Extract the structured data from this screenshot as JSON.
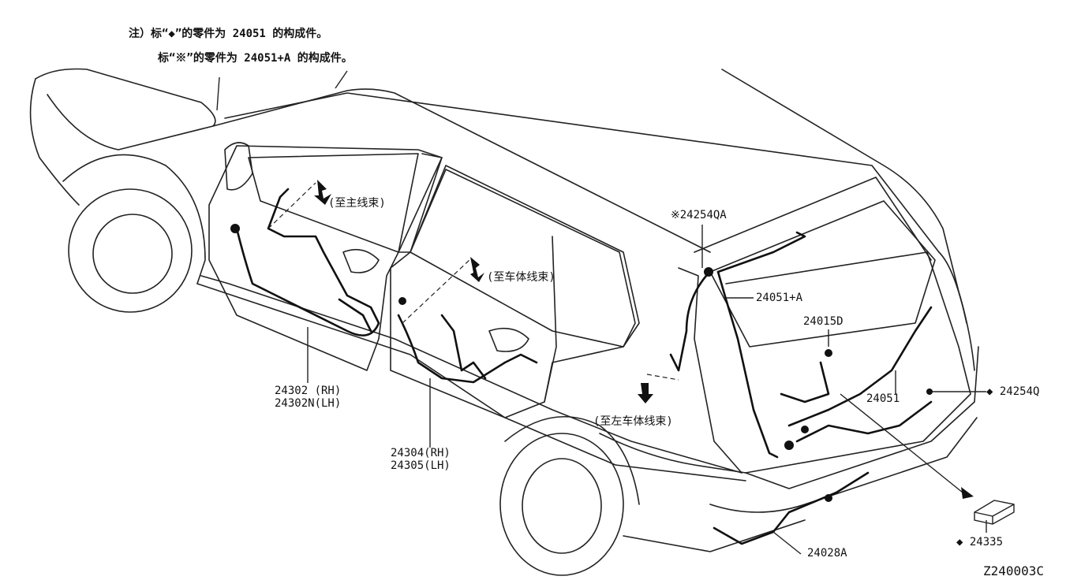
{
  "notes": {
    "line1": "注）标“◆”的零件为 24051 的构成件。",
    "line2": "标“※”的零件为 24051+A 的构成件。"
  },
  "direction_labels": {
    "to_main_harness": "(至主线束)",
    "to_body_harness": "(至车体线束)",
    "to_left_body_harness": "(至左车体线束)"
  },
  "parts": {
    "p24302_rh": "24302 (RH)",
    "p24302n_lh": "24302N(LH)",
    "p24304_rh": "24304(RH)",
    "p24305_lh": "24305(LH)",
    "p24254qa": "※24254QA",
    "p24051a": "24051+A",
    "p24015d": "24015D",
    "p24051": "24051",
    "p24254q": "◆ 24254Q",
    "p24335": "◆ 24335",
    "p24028a": "24028A"
  },
  "figure_code": "Z240003C",
  "colors": {
    "line": "#222222",
    "harness": "#111111",
    "background": "#ffffff"
  }
}
